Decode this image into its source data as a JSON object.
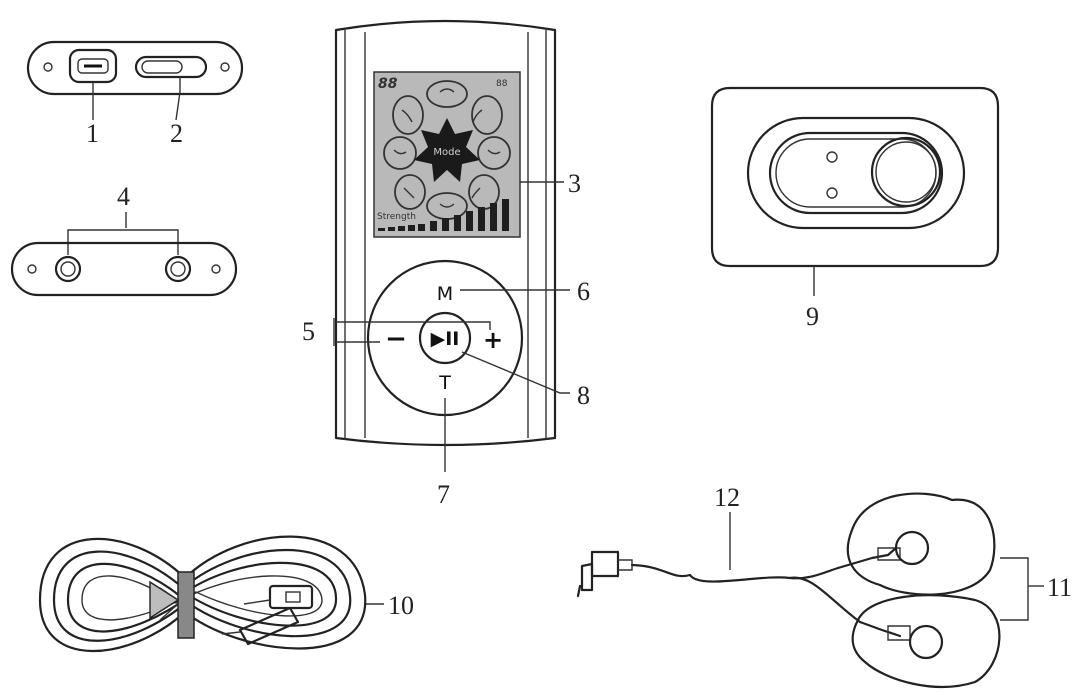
{
  "callouts": {
    "c1": "1",
    "c2": "2",
    "c3": "3",
    "c4": "4",
    "c5": "5",
    "c6": "6",
    "c7": "7",
    "c8": "8",
    "c9": "9",
    "c10": "10",
    "c11": "11",
    "c12": "12"
  },
  "lcd": {
    "digits": "88",
    "unit": "88",
    "mode": "Mode",
    "strength": "Strength"
  },
  "buttons": {
    "mode": "M",
    "minus": "−",
    "plus": "+",
    "play_pause": "▶II",
    "timer": "T"
  }
}
